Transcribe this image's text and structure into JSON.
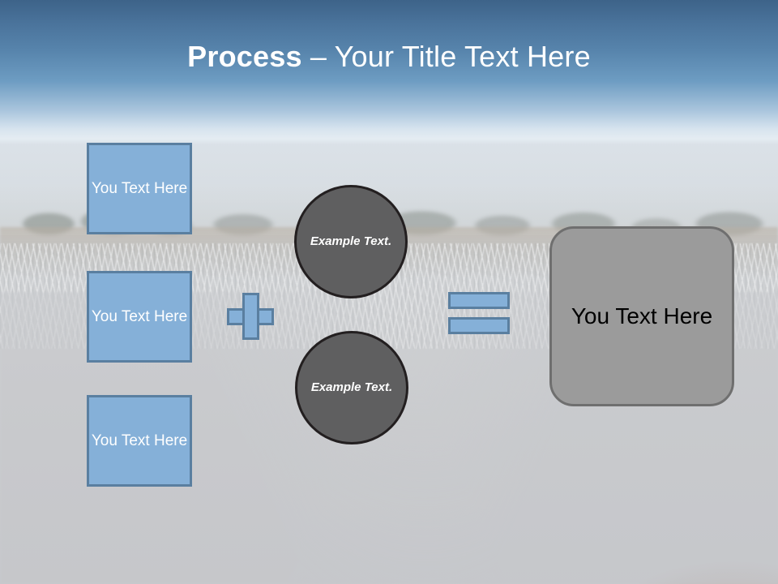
{
  "slide": {
    "title": {
      "strong": "Process",
      "rest": " – Your Title Text Here"
    },
    "inputs": [
      {
        "label": "You Text Here"
      },
      {
        "label": "You Text Here"
      },
      {
        "label": "You Text Here"
      }
    ],
    "operators": {
      "plus": "+",
      "equals": "="
    },
    "circles": [
      {
        "label": "Example Text."
      },
      {
        "label": "Example Text."
      }
    ],
    "result": {
      "label": "You Text Here"
    },
    "colors": {
      "title_band_top": "#3d6389",
      "title_band_bottom": "#d6e3ee",
      "accent_blue_fill": "#85b0d8",
      "accent_blue_border": "#5a7fa0",
      "circle_fill": "#5f5f60",
      "circle_border": "#231f20",
      "result_fill": "#9b9b9b",
      "result_border": "#6f6f6f",
      "title_text": "#ffffff",
      "box_text": "#ffffff",
      "result_text": "#000000"
    }
  }
}
